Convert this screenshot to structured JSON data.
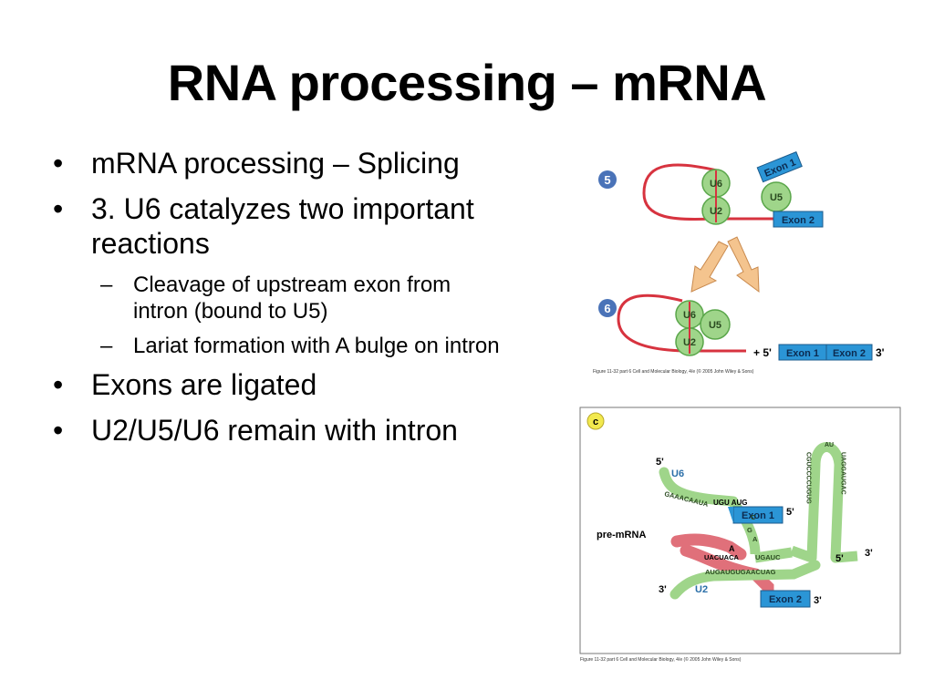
{
  "slide": {
    "title": "RNA processing – mRNA",
    "bullets": [
      {
        "text": "mRNA processing – Splicing",
        "level": 1
      },
      {
        "text": "3. U6 catalyzes two important reactions",
        "level": 1
      },
      {
        "text": "Cleavage of upstream exon from intron (bound to U5)",
        "level": 2
      },
      {
        "text": "Lariat formation with A bulge on intron",
        "level": 2
      },
      {
        "text": "Exons are ligated",
        "level": 1
      },
      {
        "text": "U2/U5/U6 remain with intron",
        "level": 1
      }
    ],
    "bullet_glyph": "•",
    "dash_glyph": "–"
  },
  "figure_top": {
    "step5": "5",
    "step6": "6",
    "u6": "U6",
    "u2": "U2",
    "u5": "U5",
    "exon1": "Exon 1",
    "exon2": "Exon 2",
    "plus5": "+ 5'",
    "three_prime": "3'",
    "caption": "Figure 11-32 part 6  Cell and Molecular Biology, 4/e (© 2005 John Wiley & Sons)"
  },
  "figure_bottom": {
    "panel": "c",
    "u6_five": "5'",
    "u6": "U6",
    "u6_seq": "GAAACAAUA",
    "c_label": "C",
    "a_label": "A",
    "g_label": "G",
    "ugu_aug": "UGU AUG",
    "exon1": "Exon 1",
    "exon1_five": "5'",
    "pre_mrna": "pre-mRNA",
    "bulge_a": "A",
    "uacuaca": "UACUACA",
    "ugauc": "UGAUC",
    "augaugugaacuag": "AUGAUGUGAACUAG",
    "u5_five": "5'",
    "right_three": "3'",
    "u2_three": "3'",
    "u2": "U2",
    "exon2": "Exon 2",
    "exon2_three": "3'",
    "loop_left": "CGUCCCCUGUG",
    "loop_right": "UAGGAUGAC",
    "loop_top": "AU",
    "caption": "Figure 11-32 part 6  Cell and Molecular Biology, 4/e (© 2005 John Wiley & Sons)"
  },
  "colors": {
    "intron_red": "#d7333f",
    "snrna_green": "#9fd58a",
    "snrna_stroke": "#5aa64a",
    "exon_blue": "#2b95d6",
    "arrow_orange": "#f4c48e",
    "step_circle": "#4a73b8",
    "panel_badge": "#f2e94e"
  }
}
